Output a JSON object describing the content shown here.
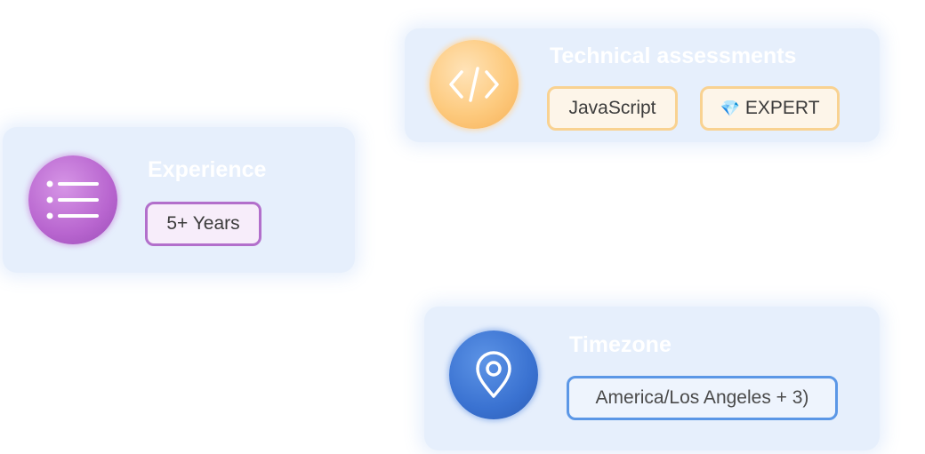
{
  "cards": {
    "technical": {
      "title": "Technical assessments",
      "icon": "code-icon",
      "skill": "JavaScript",
      "level_icon": "diamond-icon",
      "level_glyph": "💎",
      "level": "EXPERT",
      "accent": "#f9d291"
    },
    "experience": {
      "title": "Experience",
      "icon": "list-icon",
      "value": "5+ Years",
      "accent": "#b26fcb"
    },
    "timezone": {
      "title": "Timezone",
      "icon": "location-pin-icon",
      "value": "America/Los Angeles + 3)",
      "accent": "#5b97e6"
    }
  }
}
